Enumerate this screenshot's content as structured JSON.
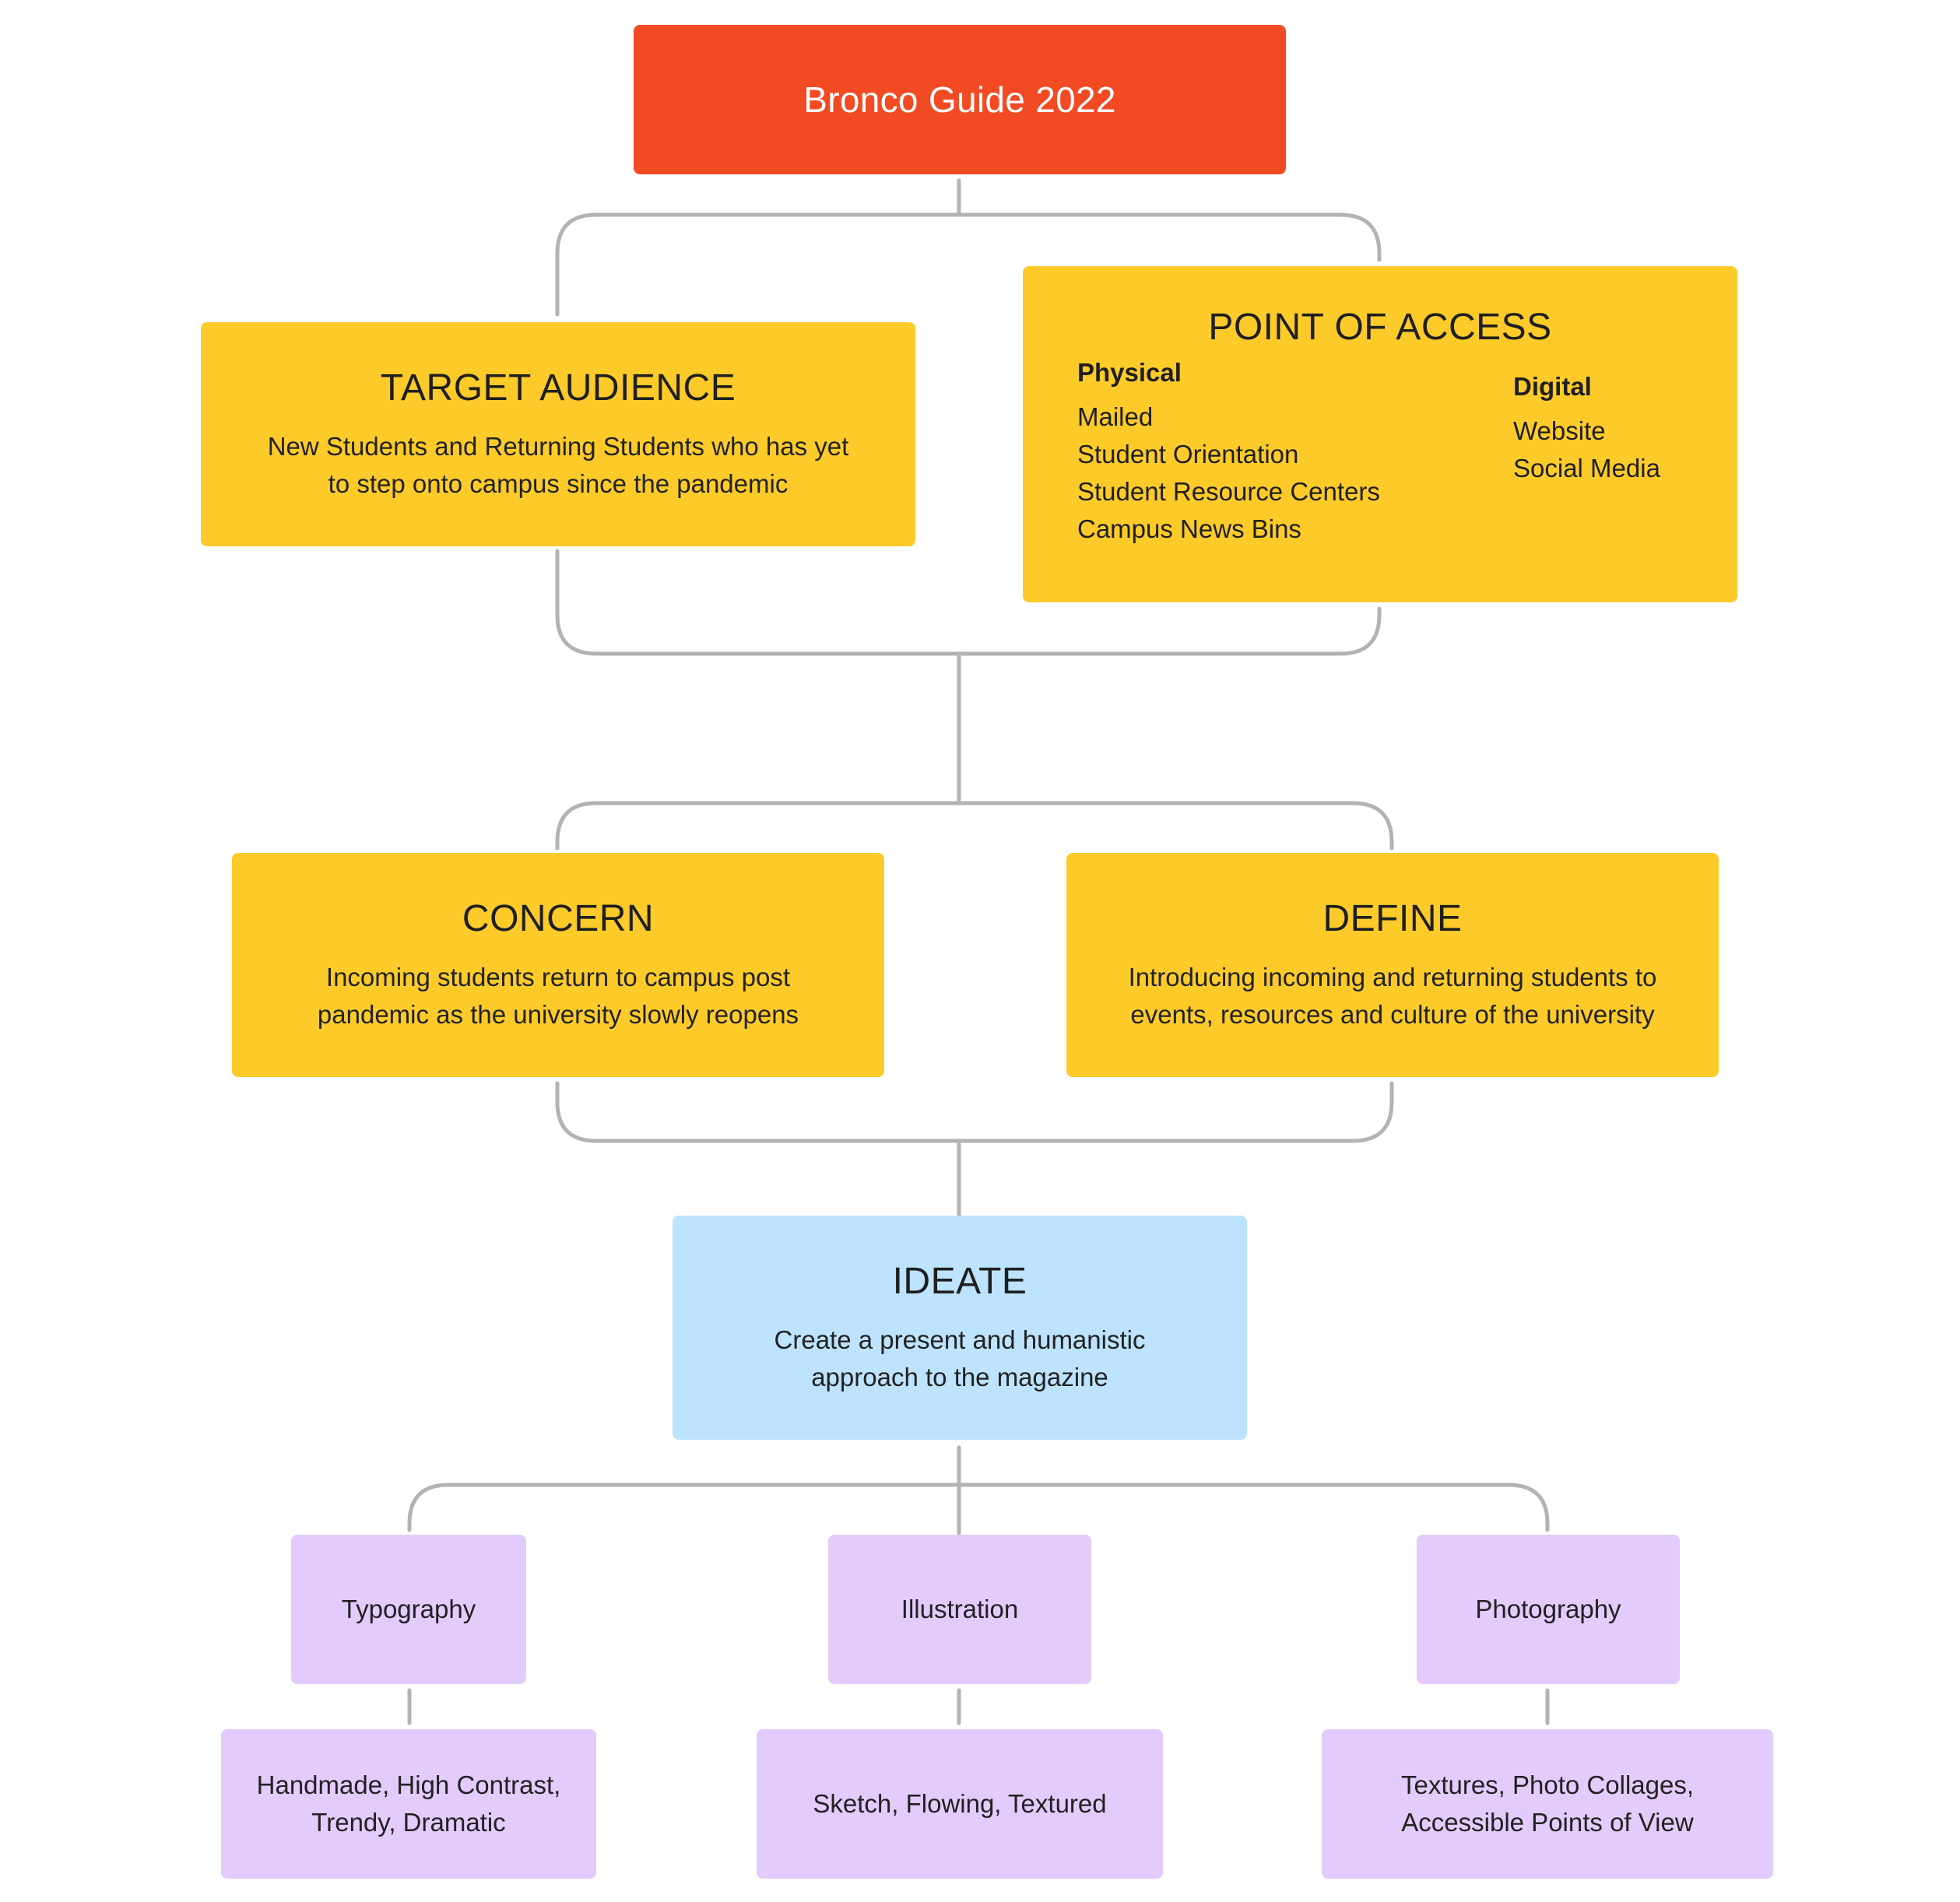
{
  "root": {
    "title": "Bronco Guide 2022",
    "color": "#f24a23"
  },
  "target_audience": {
    "title": "TARGET AUDIENCE",
    "line1": "New Students and Returning Students who has yet",
    "line2": "to step onto campus since the pandemic"
  },
  "point_of_access": {
    "title": "POINT OF ACCESS",
    "physical": {
      "heading": "Physical",
      "items": [
        "Mailed",
        "Student Orientation",
        "Student Resource Centers",
        "Campus News Bins"
      ]
    },
    "digital": {
      "heading": "Digital",
      "items": [
        "Website",
        "Social Media"
      ]
    }
  },
  "concern": {
    "title": "CONCERN",
    "line1": "Incoming students return to campus post",
    "line2": "pandemic as the university slowly reopens"
  },
  "define": {
    "title": "DEFINE",
    "line1": "Introducing incoming and returning students to",
    "line2": "events, resources and culture of the university"
  },
  "ideate": {
    "title": "IDEATE",
    "line1": "Create a present and humanistic",
    "line2": "approach to the magazine"
  },
  "branches": [
    {
      "label": "Typography",
      "detail_line1": "Handmade, High Contrast,",
      "detail_line2": "Trendy, Dramatic"
    },
    {
      "label": "Illustration",
      "detail_line1": "Sketch, Flowing, Textured",
      "detail_line2": ""
    },
    {
      "label": "Photography",
      "detail_line1": "Textures, Photo Collages,",
      "detail_line2": "Accessible Points of View"
    }
  ],
  "colors": {
    "yellow": "#fccb2a",
    "blue": "#bde3fe",
    "purple": "#e3cbfb",
    "connector": "#b3b3b3"
  }
}
